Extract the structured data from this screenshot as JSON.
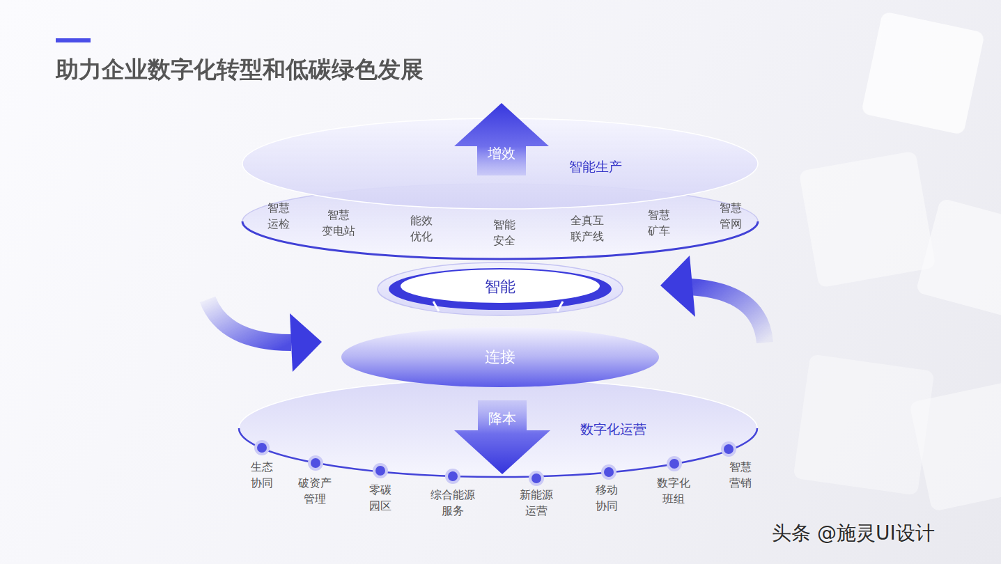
{
  "diagram": {
    "title": "助力企业数字化转型和低碳绿色发展",
    "nodes": [
      {
        "text": [
          "增效"
        ]
      },
      {
        "text": [
          "智能生产"
        ]
      },
      {
        "text": [
          "智慧 运检",
          "智慧 变电站",
          "能效 优化",
          "智能 安全",
          "全真互 联产线",
          "智慧 矿车",
          "智慧 管网"
        ]
      },
      {
        "text": [
          "智能"
        ]
      },
      {
        "text": [
          "连接"
        ]
      },
      {
        "text": [
          "降本"
        ]
      },
      {
        "text": [
          "数字化运营"
        ]
      },
      {
        "text": [
          "生态 协同"
        ]
      },
      {
        "text": [
          "破资产 管理"
        ]
      },
      {
        "text": [
          "零碳 园区"
        ]
      },
      {
        "text": [
          "综合能源 服务"
        ]
      },
      {
        "text": [
          "新能源 运营"
        ]
      },
      {
        "text": [
          "移动 协同"
        ]
      },
      {
        "text": [
          "数字化 班组"
        ]
      },
      {
        "text": [
          "智慧 营销"
        ]
      }
    ],
    "labels": [
      "头条 @施灵UI设计"
    ]
  }
}
